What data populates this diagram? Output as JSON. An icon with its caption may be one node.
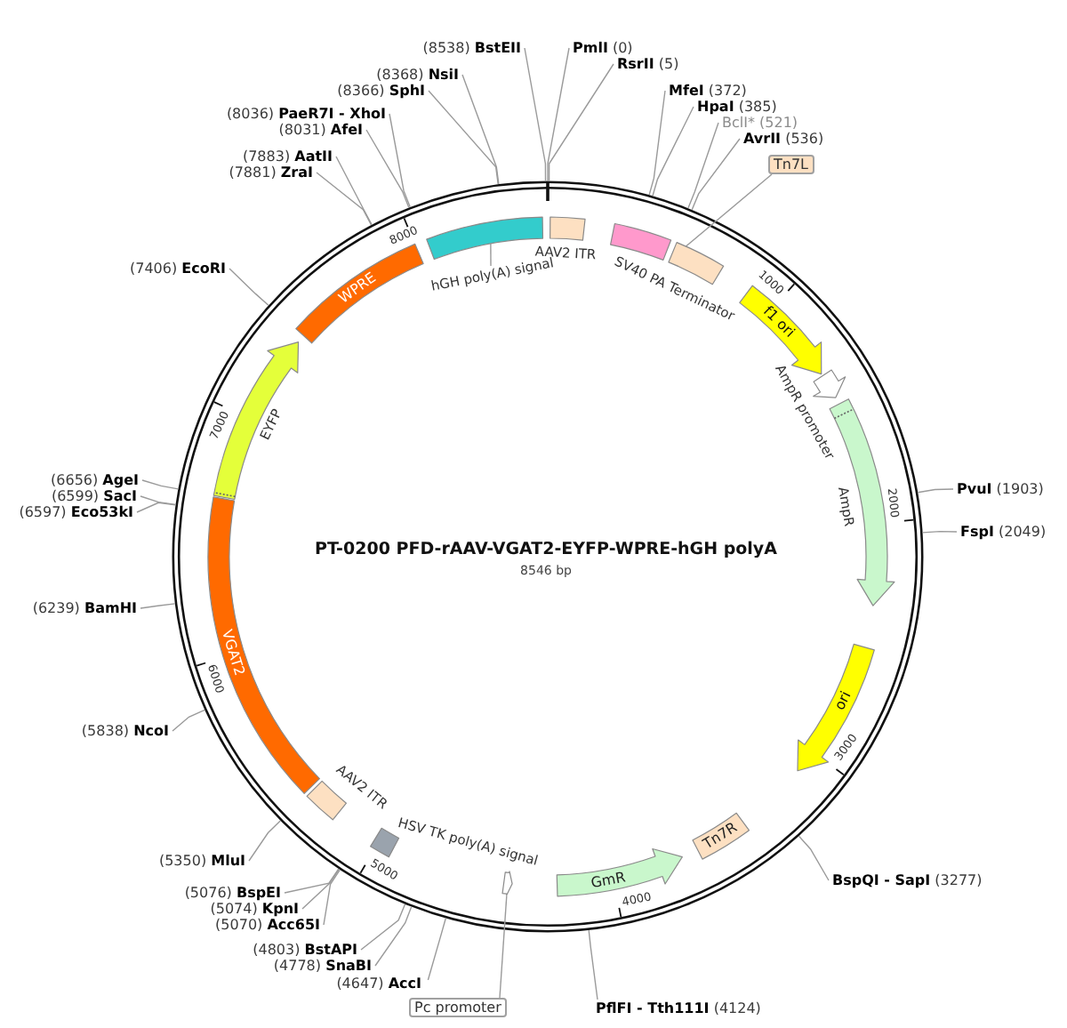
{
  "diagram": {
    "title": "PT-0200 PFD-rAAV-VGAT2-EYFP-WPRE-hGH polyA",
    "nodes": [
      {
        "text": [],
        "shape": "bar",
        "beside": [
          "AAV2 ITR"
        ]
      },
      {
        "text": [],
        "shape": "bar",
        "beside": [
          "SV40 PA Terminator"
        ]
      },
      {
        "text": [],
        "shape": "bar"
      },
      {
        "text": [
          "f1 ori"
        ]
      },
      {
        "text": [],
        "shape": "arrow",
        "beside": [
          "AmpR promoter"
        ]
      },
      {
        "text": [],
        "shape": "arrow",
        "beside": [
          "AmpR"
        ]
      },
      {
        "text": [
          "ori"
        ]
      },
      {
        "text": [
          "Tn7R"
        ]
      },
      {
        "text": [
          "GmR"
        ]
      },
      {
        "text": [],
        "shape": "arrow"
      },
      {
        "text": [],
        "shape": "bar",
        "beside": [
          "HSV TK poly(A) signal"
        ]
      },
      {
        "text": [],
        "shape": "bar",
        "beside": [
          "AAV2 ITR"
        ]
      },
      {
        "text": [
          "VGAT2"
        ]
      },
      {
        "text": [],
        "shape": "arrow",
        "beside": [
          "EYFP"
        ]
      },
      {
        "text": [
          "WPRE"
        ]
      },
      {
        "text": [],
        "shape": "bar"
      },
      {
        "text": [
          "Tn7L"
        ]
      },
      {
        "text": [
          "Pc promoter"
        ]
      },
      {
        "text": [
          "hGH poly(A) signal"
        ]
      },
      {
        "text": [
          "**PmlI** (0)"
        ]
      },
      {
        "text": [
          "**RsrII** (5)"
        ]
      },
      {
        "text": [
          "**MfeI** (372)"
        ]
      },
      {
        "text": [
          "**HpaI** (385)"
        ]
      },
      {
        "text": [
          "BclI* (521)"
        ]
      },
      {
        "text": [
          "**AvrII** (536)"
        ]
      },
      {
        "text": [
          "**PvuI** (1903)"
        ]
      },
      {
        "text": [
          "**FspI** (2049)"
        ]
      },
      {
        "text": [
          "**BspQI - SapI** (3277)"
        ]
      },
      {
        "text": [
          "**PflFI - Tth111I** (4124)"
        ]
      },
      {
        "text": [
          "(4647) **AccI**"
        ]
      },
      {
        "text": [
          "(4778) **SnaBI**"
        ]
      },
      {
        "text": [
          "(4803) **BstAPI**"
        ]
      },
      {
        "text": [
          "(5070) **Acc65I**"
        ]
      },
      {
        "text": [
          "(5074) **KpnI**"
        ]
      },
      {
        "text": [
          "(5076) **BspEI**"
        ]
      },
      {
        "text": [
          "(5350) **MluI**"
        ]
      },
      {
        "text": [
          "(5838) **NcoI**"
        ]
      },
      {
        "text": [
          "(6239) **BamHI**"
        ]
      },
      {
        "text": [
          "(6597) **Eco53kI**"
        ]
      },
      {
        "text": [
          "(6599) **SacI**"
        ]
      },
      {
        "text": [
          "(6656) **AgeI**"
        ]
      },
      {
        "text": [
          "(7406) **EcoRI**"
        ]
      },
      {
        "text": [
          "(7881) **ZraI**"
        ]
      },
      {
        "text": [
          "(7883) **AatII**"
        ]
      },
      {
        "text": [
          "(8031) **AfeI**"
        ]
      },
      {
        "text": [
          "(8036) **PaeR7I - XhoI**"
        ]
      },
      {
        "text": [
          "(8366) **SphI**"
        ]
      },
      {
        "text": [
          "(8368) **NsiI**"
        ]
      },
      {
        "text": [
          "(8538) **BstEII**"
        ]
      }
    ],
    "edges": [
      {
        "from": 16,
        "to": 2,
        "arrow": "none"
      },
      {
        "from": 17,
        "to": 9,
        "arrow": "none"
      },
      {
        "from": 18,
        "to": 15,
        "arrow": "none"
      },
      {
        "from": 19,
        "to": null,
        "arrow": "none"
      },
      {
        "from": 20,
        "to": null,
        "arrow": "none"
      },
      {
        "from": 21,
        "to": null,
        "arrow": "none"
      },
      {
        "from": 22,
        "to": null,
        "arrow": "none"
      },
      {
        "from": 23,
        "to": null,
        "arrow": "none"
      },
      {
        "from": 24,
        "to": null,
        "arrow": "none"
      },
      {
        "from": 25,
        "to": null,
        "arrow": "none"
      },
      {
        "from": 26,
        "to": null,
        "arrow": "none"
      },
      {
        "from": 27,
        "to": null,
        "arrow": "none"
      },
      {
        "from": 28,
        "to": null,
        "arrow": "none"
      },
      {
        "from": 29,
        "to": null,
        "arrow": "none"
      },
      {
        "from": 30,
        "to": null,
        "arrow": "none"
      },
      {
        "from": 31,
        "to": null,
        "arrow": "none"
      },
      {
        "from": 32,
        "to": null,
        "arrow": "none"
      },
      {
        "from": 33,
        "to": null,
        "arrow": "none"
      },
      {
        "from": 34,
        "to": null,
        "arrow": "none"
      },
      {
        "from": 35,
        "to": null,
        "arrow": "none"
      },
      {
        "from": 36,
        "to": null,
        "arrow": "none"
      },
      {
        "from": 37,
        "to": null,
        "arrow": "none"
      },
      {
        "from": 38,
        "to": null,
        "arrow": "none"
      },
      {
        "from": 39,
        "to": null,
        "arrow": "none"
      },
      {
        "from": 40,
        "to": null,
        "arrow": "none"
      },
      {
        "from": 41,
        "to": null,
        "arrow": "none"
      },
      {
        "from": 42,
        "to": null,
        "arrow": "none"
      },
      {
        "from": 43,
        "to": null,
        "arrow": "none"
      },
      {
        "from": 44,
        "to": null,
        "arrow": "none"
      },
      {
        "from": 45,
        "to": null,
        "arrow": "none"
      },
      {
        "from": 46,
        "to": null,
        "arrow": "none"
      },
      {
        "from": 47,
        "to": null,
        "arrow": "none"
      },
      {
        "from": 48,
        "to": null,
        "arrow": "none"
      }
    ],
    "labels": [
      "1000",
      "2000",
      "3000",
      "4000",
      "5000",
      "6000",
      "7000",
      "8000",
      "8546 bp"
    ]
  }
}
